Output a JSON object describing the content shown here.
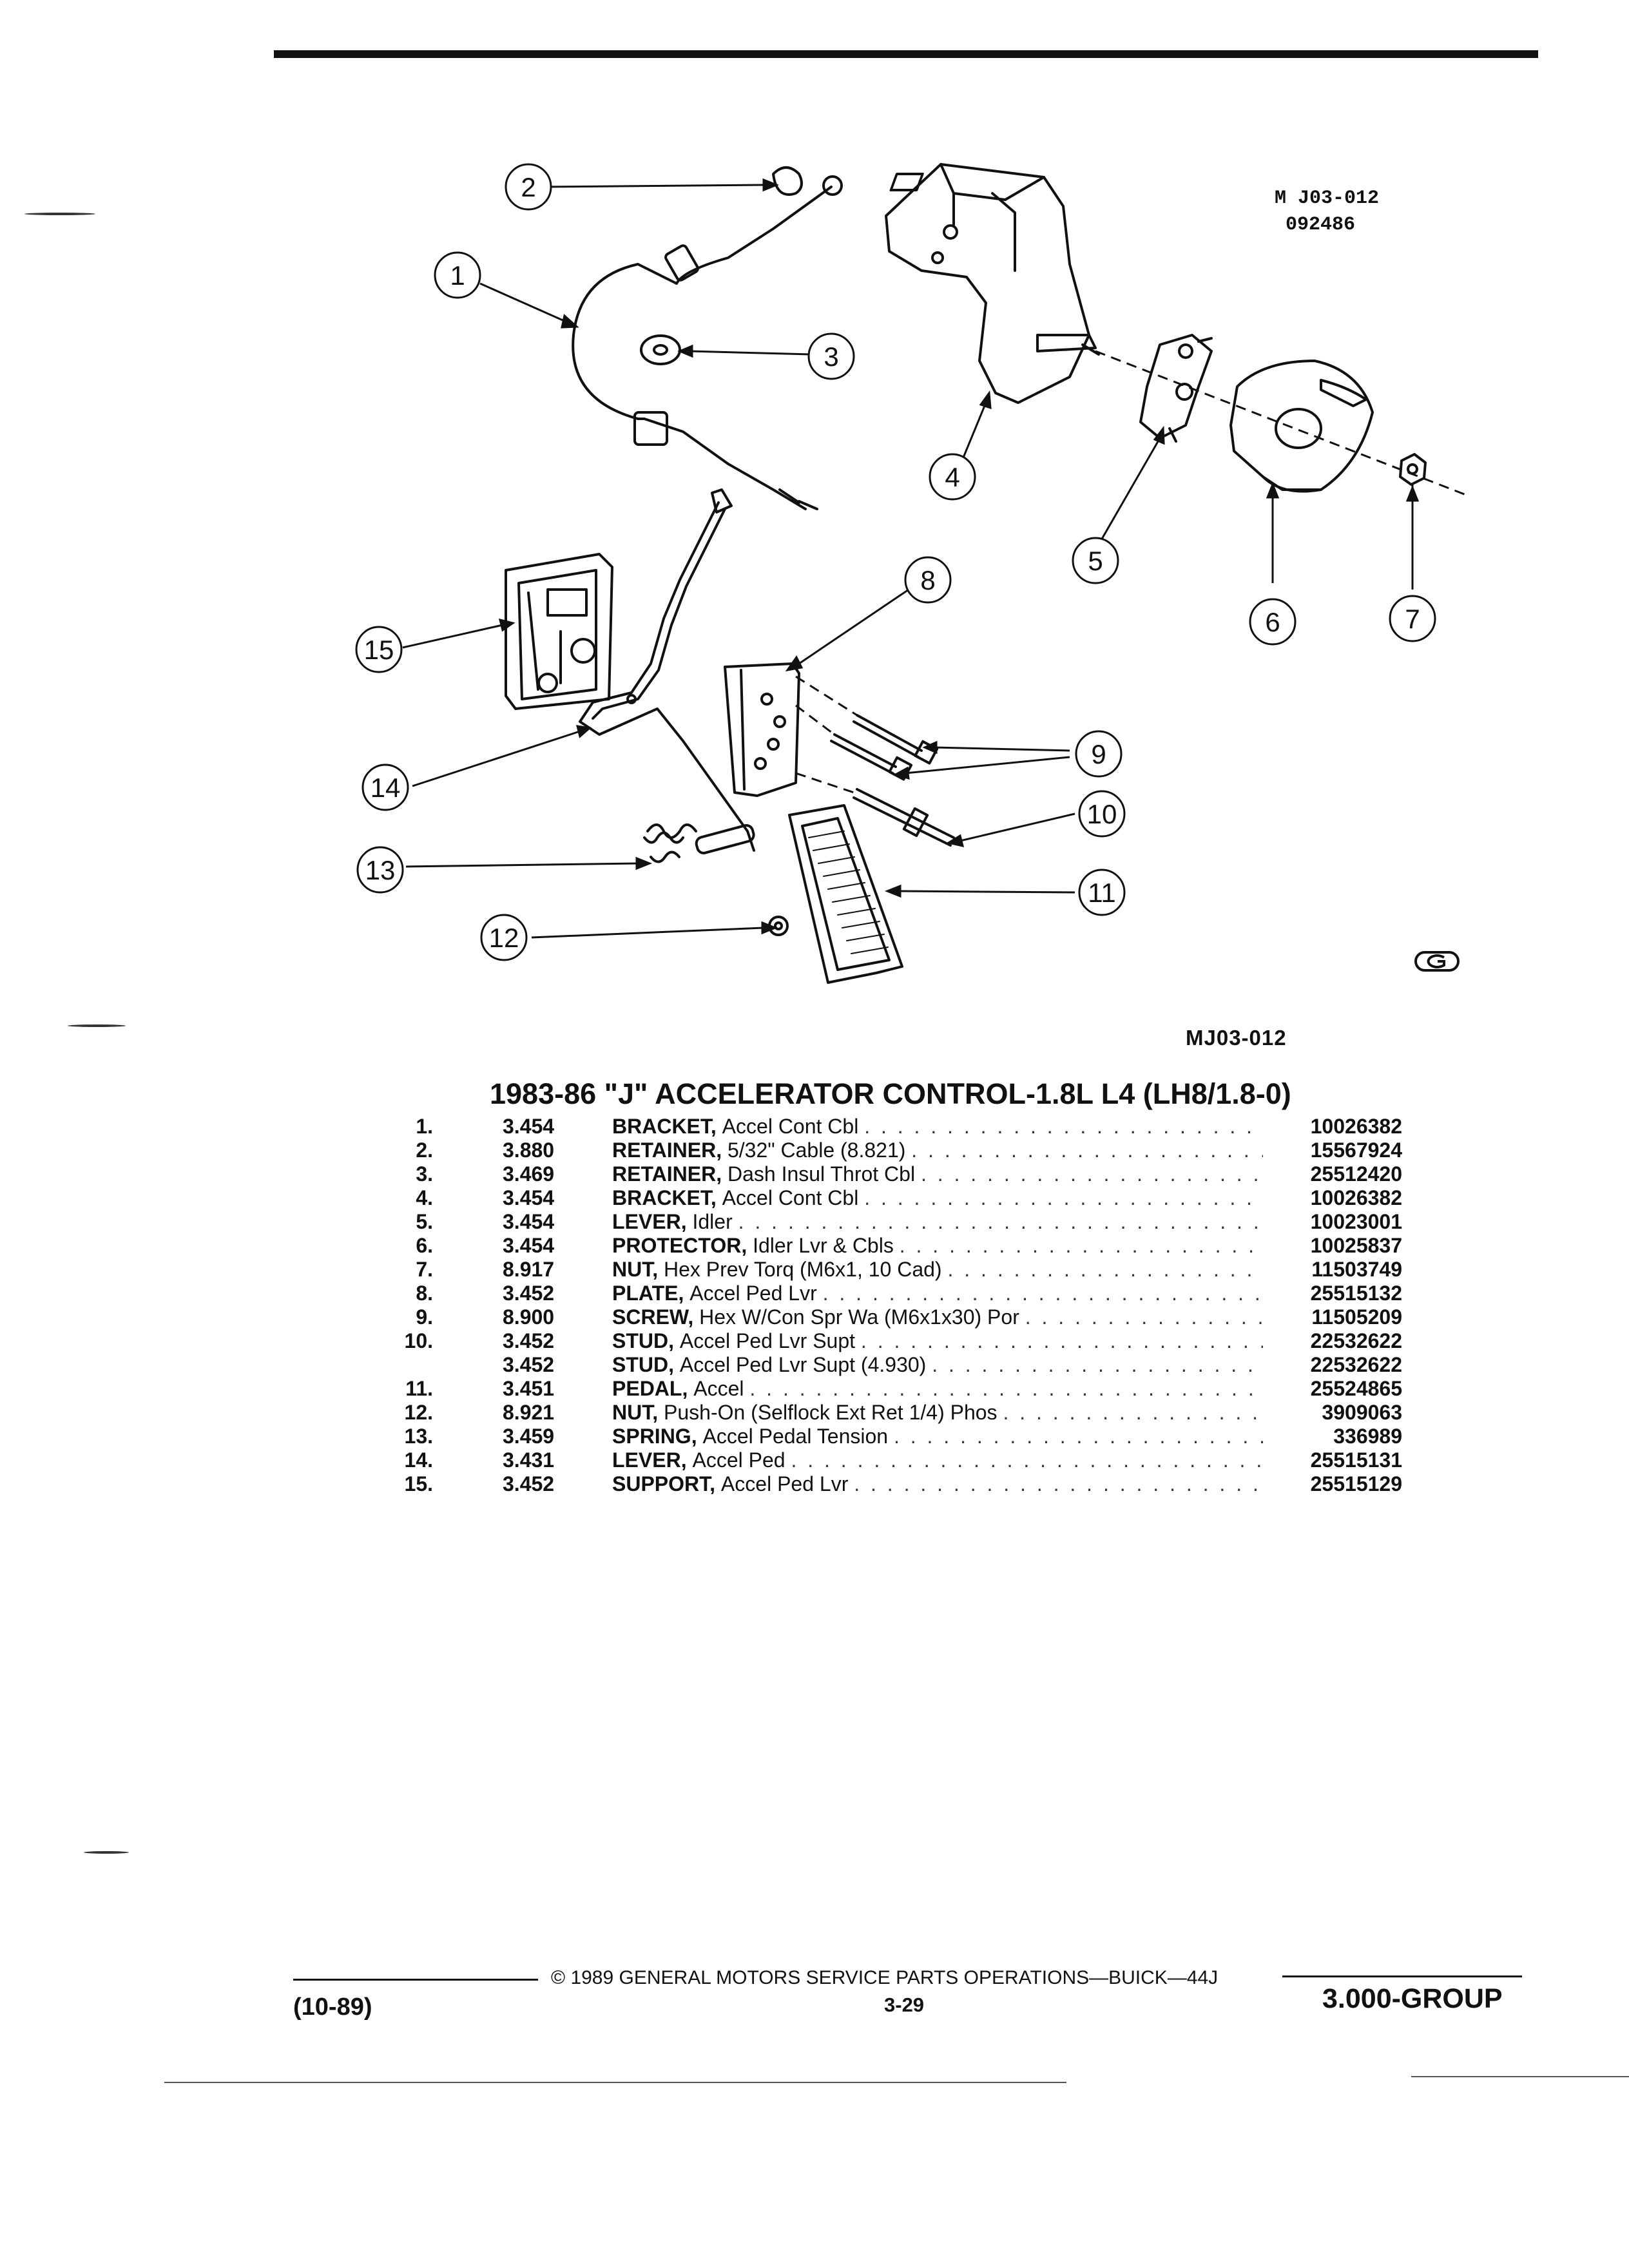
{
  "figure": {
    "code_top": "M J03-012",
    "date_code": "092486",
    "reference": "MJ03-012",
    "callouts": [
      "1",
      "2",
      "3",
      "4",
      "5",
      "6",
      "7",
      "8",
      "9",
      "10",
      "11",
      "12",
      "13",
      "14",
      "15"
    ]
  },
  "title": "1983-86 \"J\" ACCELERATOR CONTROL-1.8L L4 (LH8/1.8-0)",
  "parts": [
    {
      "num": "1.",
      "group": "3.454",
      "name": "BRACKET,",
      "detail": "Accel Cont Cbl",
      "part": "10026382"
    },
    {
      "num": "2.",
      "group": "3.880",
      "name": "RETAINER,",
      "detail": "5/32\" Cable (8.821)",
      "part": "15567924"
    },
    {
      "num": "3.",
      "group": "3.469",
      "name": "RETAINER,",
      "detail": "Dash Insul Throt Cbl",
      "part": "25512420"
    },
    {
      "num": "4.",
      "group": "3.454",
      "name": "BRACKET,",
      "detail": "Accel Cont Cbl",
      "part": "10026382"
    },
    {
      "num": "5.",
      "group": "3.454",
      "name": "LEVER,",
      "detail": "Idler",
      "part": "10023001"
    },
    {
      "num": "6.",
      "group": "3.454",
      "name": "PROTECTOR,",
      "detail": "Idler Lvr & Cbls",
      "part": "10025837"
    },
    {
      "num": "7.",
      "group": "8.917",
      "name": "NUT,",
      "detail": "Hex Prev Torq (M6x1, 10 Cad)",
      "part": "11503749"
    },
    {
      "num": "8.",
      "group": "3.452",
      "name": "PLATE,",
      "detail": "Accel Ped Lvr",
      "part": "25515132"
    },
    {
      "num": "9.",
      "group": "8.900",
      "name": "SCREW,",
      "detail": "Hex W/Con Spr Wa (M6x1x30) Por",
      "part": "11505209"
    },
    {
      "num": "10.",
      "group": "3.452",
      "name": "STUD,",
      "detail": "Accel Ped Lvr Supt",
      "part": "22532622"
    },
    {
      "num": "",
      "group": "3.452",
      "name": "STUD,",
      "detail": "Accel Ped Lvr Supt (4.930)",
      "part": "22532622"
    },
    {
      "num": "11.",
      "group": "3.451",
      "name": "PEDAL,",
      "detail": "Accel",
      "part": "25524865"
    },
    {
      "num": "12.",
      "group": "8.921",
      "name": "NUT,",
      "detail": "Push-On (Selflock Ext Ret 1/4) Phos",
      "part": "3909063"
    },
    {
      "num": "13.",
      "group": "3.459",
      "name": "SPRING,",
      "detail": "Accel Pedal Tension",
      "part": "336989"
    },
    {
      "num": "14.",
      "group": "3.431",
      "name": "LEVER,",
      "detail": "Accel Ped",
      "part": "25515131"
    },
    {
      "num": "15.",
      "group": "3.452",
      "name": "SUPPORT,",
      "detail": "Accel Ped Lvr",
      "part": "25515129"
    }
  ],
  "footer": {
    "copyright": "© 1989 GENERAL MOTORS SERVICE PARTS OPERATIONS—BUICK—44J",
    "page": "3-29",
    "date": "(10-89)",
    "group": "3.000-GROUP"
  }
}
